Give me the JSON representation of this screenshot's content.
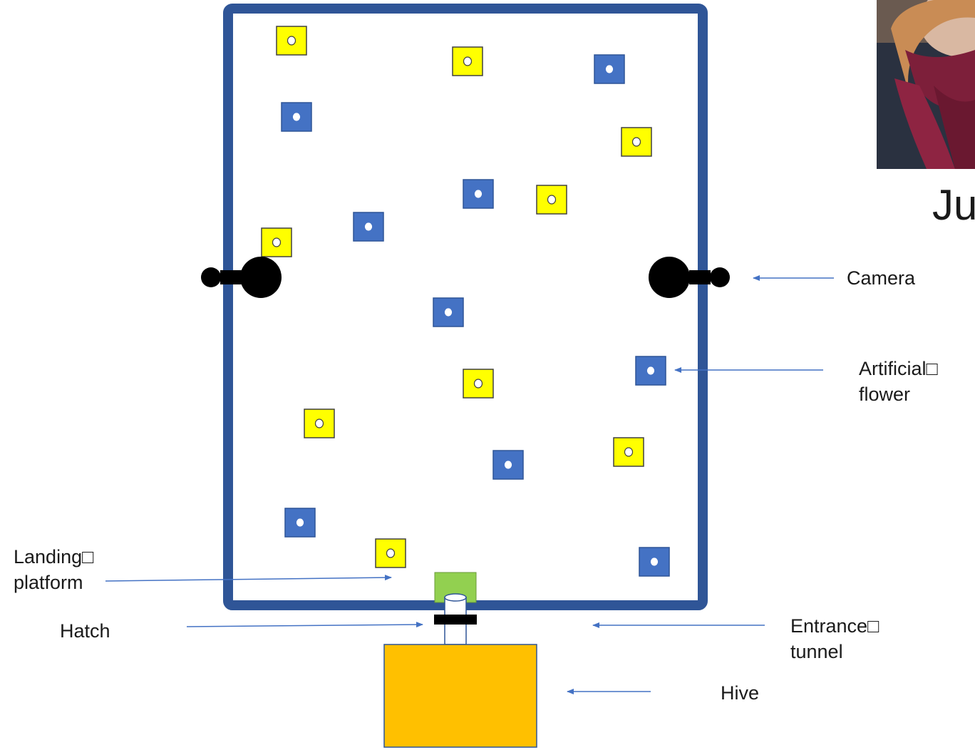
{
  "colors": {
    "arena_border": "#2f5597",
    "flower_blue": "#4472c4",
    "flower_yellow": "#ffff00",
    "landing_platform": "#92d050",
    "hive": "#ffc000",
    "camera": "#000000",
    "arrow": "#4472c4"
  },
  "labels": {
    "camera": "Camera",
    "artificial_flower": "Artificial\u0000\nflower",
    "landing_platform": "Landing\u0000\nplatform",
    "hatch": "Hatch",
    "entrance_tunnel": "Entrance\u0000\ntunnel",
    "hive": "Hive"
  },
  "slide": {
    "name_fragment": "Ju"
  },
  "flowers": [
    {
      "color": "yellow"
    },
    {
      "color": "yellow"
    },
    {
      "color": "blue"
    },
    {
      "color": "blue"
    },
    {
      "color": "yellow"
    },
    {
      "color": "blue"
    },
    {
      "color": "yellow"
    },
    {
      "color": "blue"
    },
    {
      "color": "yellow"
    },
    {
      "color": "blue"
    },
    {
      "color": "blue"
    },
    {
      "color": "yellow"
    },
    {
      "color": "yellow"
    },
    {
      "color": "yellow"
    },
    {
      "color": "blue"
    },
    {
      "color": "blue"
    },
    {
      "color": "yellow"
    },
    {
      "color": "blue"
    }
  ]
}
